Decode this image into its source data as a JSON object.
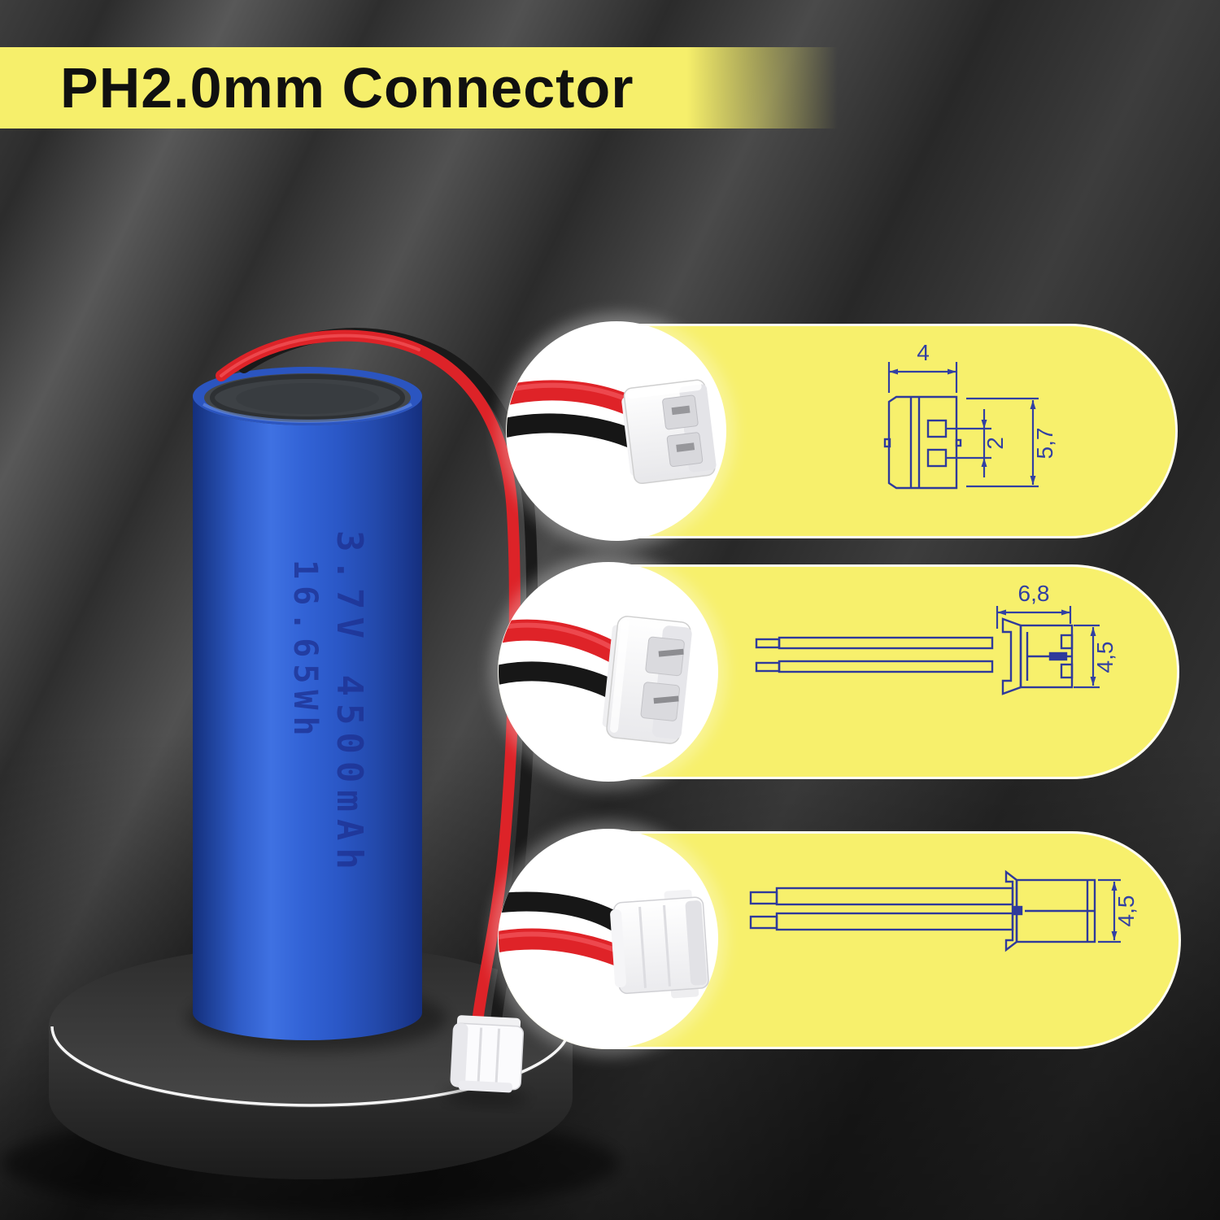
{
  "banner": {
    "title": "PH2.0mm Connector"
  },
  "battery": {
    "label_line1": "3.7V 4500mAh",
    "label_line2": "16.65Wh",
    "body_color": "#2e5ed0",
    "positive_wire_color": "#dd2328",
    "negative_wire_color": "#1a1a1a",
    "connector_color": "#f5f5f5"
  },
  "panels": [
    {
      "name": "connector-front-view",
      "dimensions": {
        "width": "4",
        "pin_pitch": "2",
        "height": "5,7"
      }
    },
    {
      "name": "connector-side-view",
      "dimensions": {
        "head_width": "6,8",
        "head_height": "4,5"
      }
    },
    {
      "name": "connector-top-view",
      "dimensions": {
        "head_height": "4,5"
      }
    }
  ],
  "style": {
    "panel_color": "#f7f06c",
    "banner_color": "#f6ef6b",
    "diagram_line_color": "#2f3a9b",
    "background_color": "#262626"
  }
}
